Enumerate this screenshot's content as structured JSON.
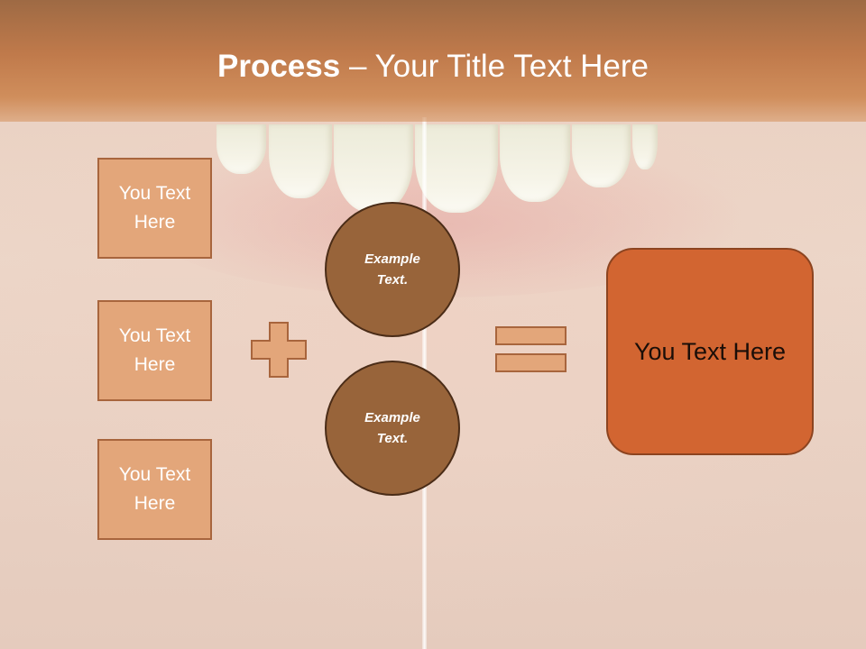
{
  "title": {
    "bold": "Process",
    "rest": " – Your Title Text Here"
  },
  "left_boxes": [
    {
      "text": "You Text Here"
    },
    {
      "text": "You Text Here"
    },
    {
      "text": "You Text Here"
    }
  ],
  "circles": [
    {
      "text": "Example Text."
    },
    {
      "text": "Example Text."
    }
  ],
  "operators": {
    "plus": "plus-icon",
    "equals": "equals-icon"
  },
  "result": {
    "text": "You Text Here"
  },
  "colors": {
    "header": "#c07a4b",
    "box_fill": "#e3a67a",
    "circle_fill": "#98643a",
    "result_fill": "#d26531"
  }
}
